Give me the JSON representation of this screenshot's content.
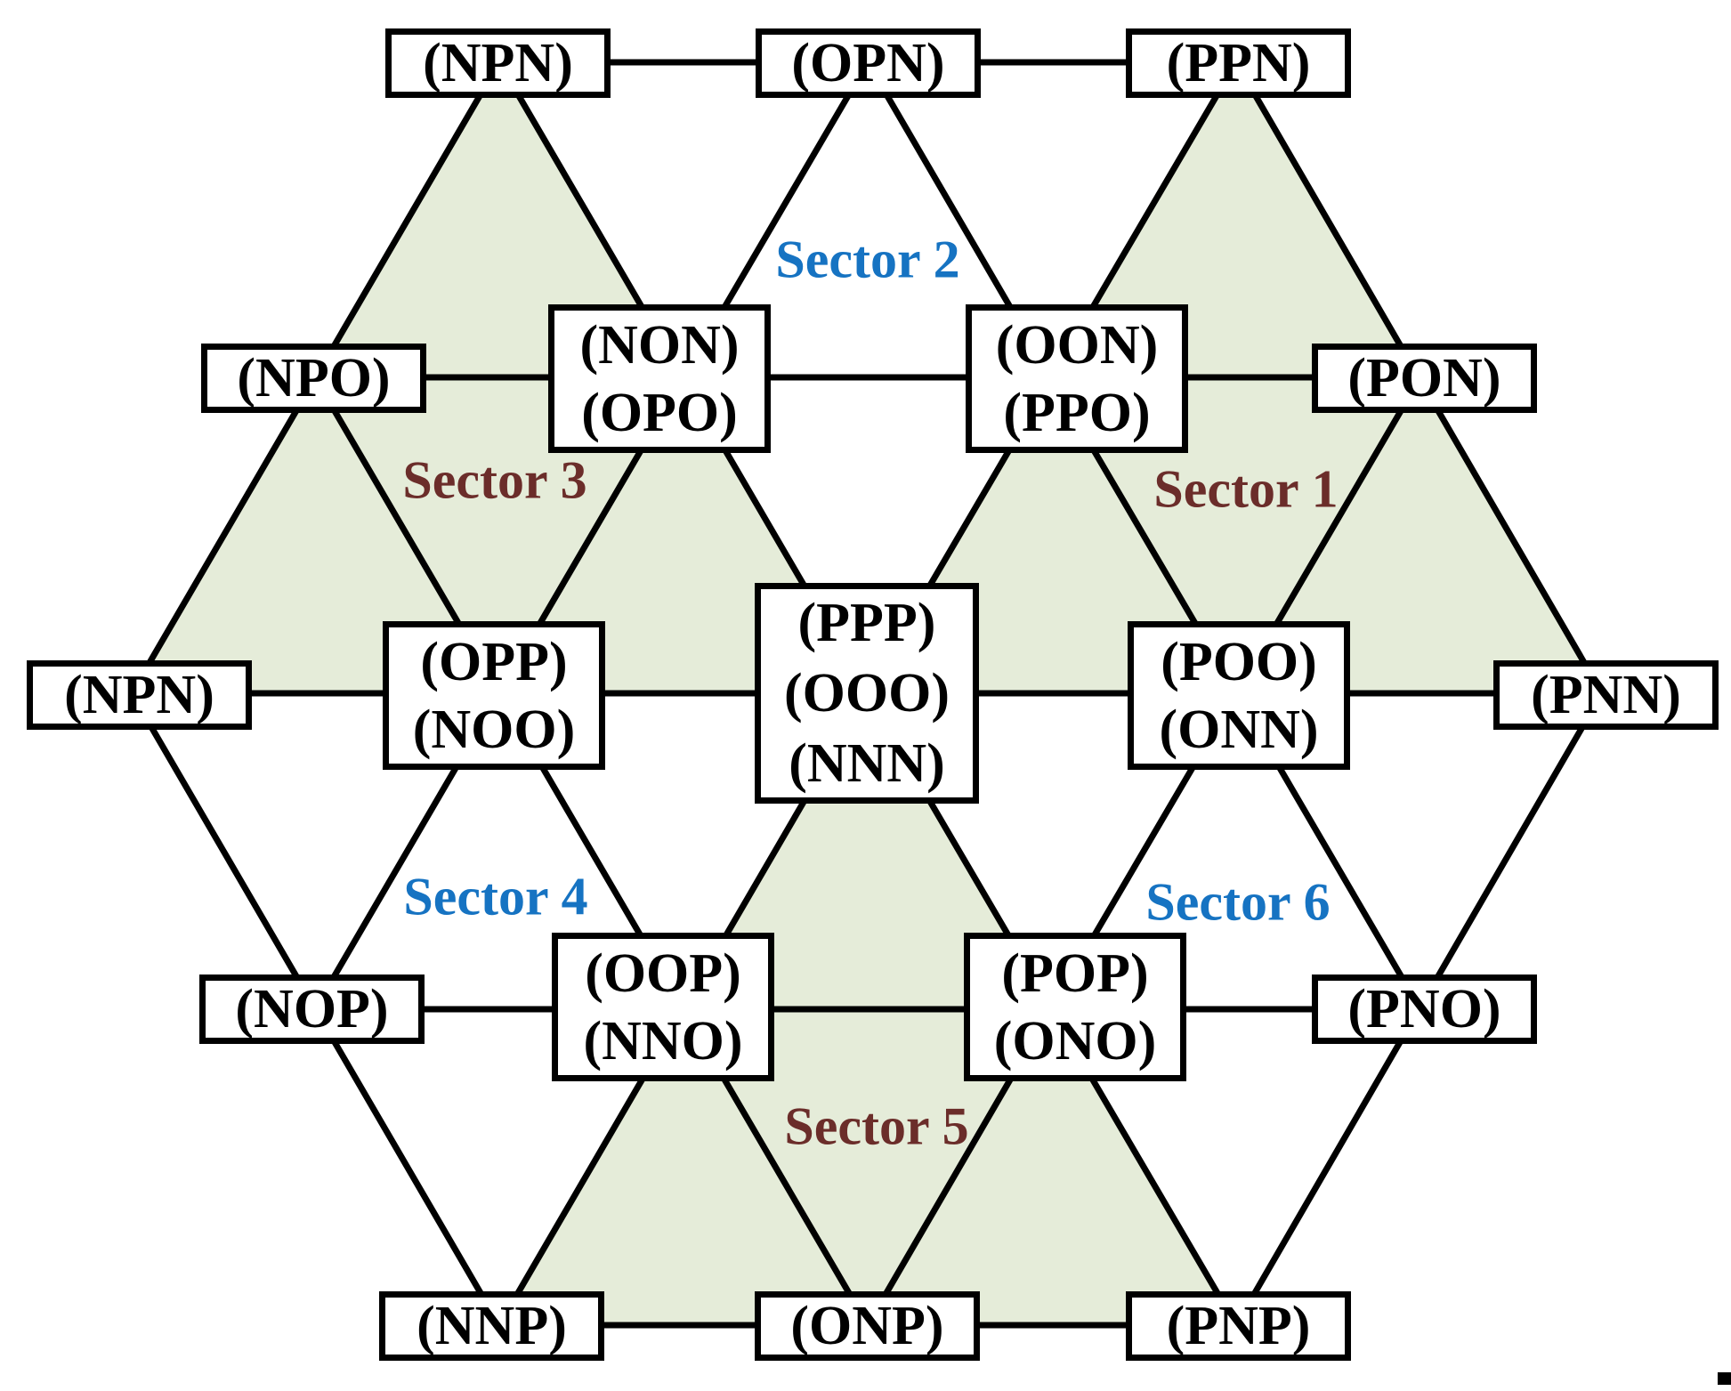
{
  "diagram": {
    "type": "space-vector-hexagon",
    "description_visible_text_only": true,
    "colors": {
      "background": "#ffffff",
      "line": "#000000",
      "box_background": "#ffffff",
      "box_border": "#000000",
      "shaded_sector_fill": "#e5ecd9",
      "sector_label_odd": "#6b2d2a",
      "sector_label_even": "#1673c2"
    },
    "sectors": {
      "s1": {
        "label": "Sector 1",
        "color": "#6b2d2a",
        "shaded": true
      },
      "s2": {
        "label": "Sector 2",
        "color": "#1673c2",
        "shaded": false
      },
      "s3": {
        "label": "Sector 3",
        "color": "#6b2d2a",
        "shaded": true
      },
      "s4": {
        "label": "Sector 4",
        "color": "#1673c2",
        "shaded": false
      },
      "s5": {
        "label": "Sector 5",
        "color": "#6b2d2a",
        "shaded": true
      },
      "s6": {
        "label": "Sector 6",
        "color": "#1673c2",
        "shaded": false
      }
    },
    "nodes": {
      "npn_top": {
        "lines": [
          "(NPN)"
        ]
      },
      "opn": {
        "lines": [
          "(OPN)"
        ]
      },
      "ppn": {
        "lines": [
          "(PPN)"
        ]
      },
      "npo": {
        "lines": [
          "(NPO)"
        ]
      },
      "non_opo": {
        "lines": [
          "(NON)",
          "(OPO)"
        ]
      },
      "oon_ppo": {
        "lines": [
          "(OON)",
          "(PPO)"
        ]
      },
      "pon": {
        "lines": [
          "(PON)"
        ]
      },
      "npn_left": {
        "lines": [
          "(NPN)"
        ]
      },
      "opp_noo": {
        "lines": [
          "(OPP)",
          "(NOO)"
        ]
      },
      "center": {
        "lines": [
          "(PPP)",
          "(OOO)",
          "(NNN)"
        ]
      },
      "poo_onn": {
        "lines": [
          "(POO)",
          "(ONN)"
        ]
      },
      "pnn": {
        "lines": [
          "(PNN)"
        ]
      },
      "nop": {
        "lines": [
          "(NOP)"
        ]
      },
      "oop_nno": {
        "lines": [
          "(OOP)",
          "(NNO)"
        ]
      },
      "pop_ono": {
        "lines": [
          "(POP)",
          "(ONO)"
        ]
      },
      "pno": {
        "lines": [
          "(PNO)"
        ]
      },
      "nnp": {
        "lines": [
          "(NNP)"
        ]
      },
      "onp": {
        "lines": [
          "(ONP)"
        ]
      },
      "pnp": {
        "lines": [
          "(PNP)"
        ]
      }
    }
  }
}
